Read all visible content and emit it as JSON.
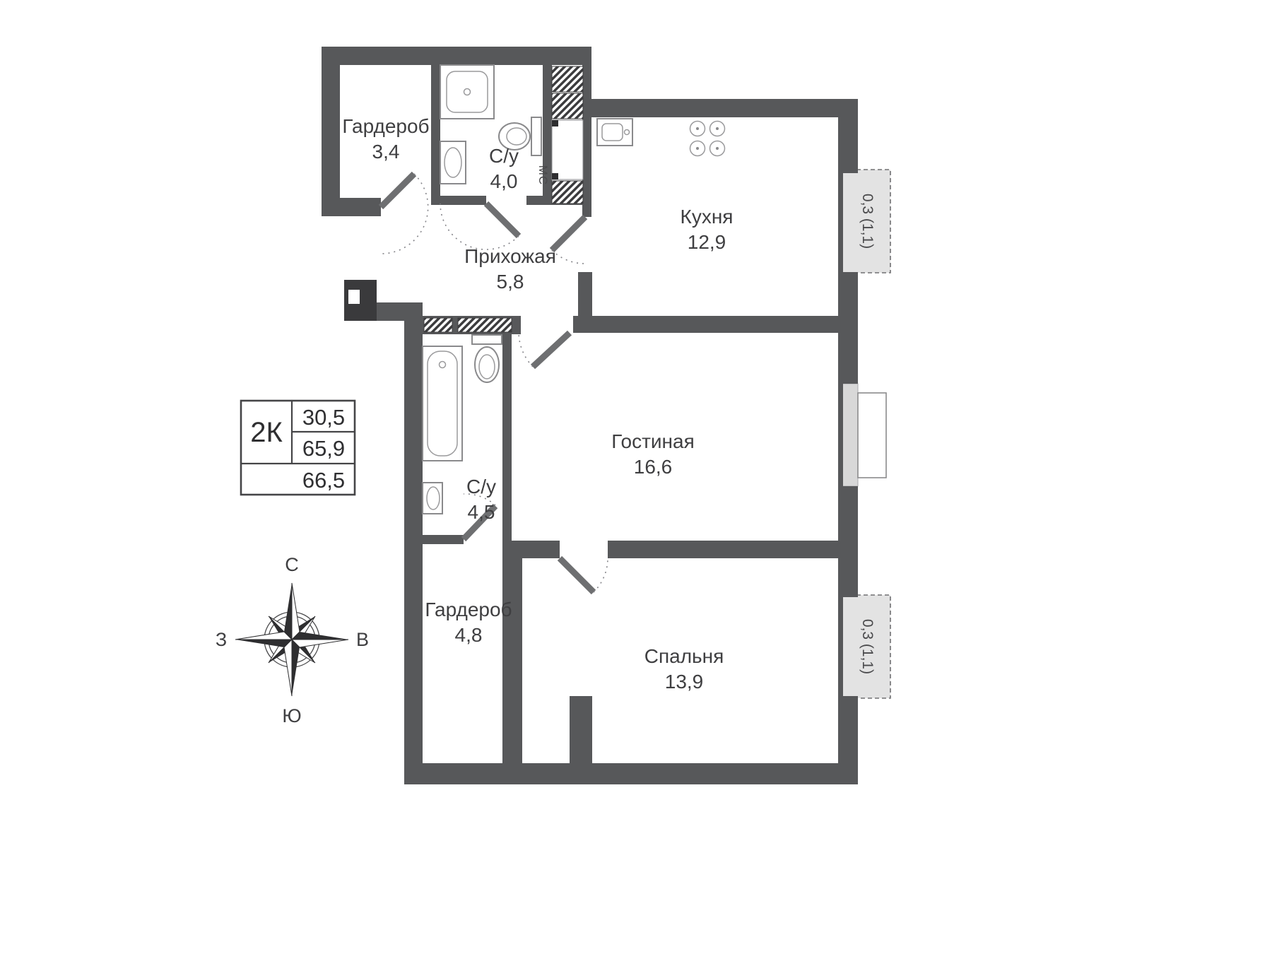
{
  "floor_plan": {
    "info_box": {
      "unit": "2К",
      "areas": [
        "30,5",
        "65,9",
        "66,5"
      ]
    },
    "rooms": [
      {
        "name": "Гардероб",
        "area": "3,4"
      },
      {
        "name": "С/у",
        "area": "4,0"
      },
      {
        "name": "Кухня",
        "area": "12,9"
      },
      {
        "name": "Прихожая",
        "area": "5,8"
      },
      {
        "name": "Гостиная",
        "area": "16,6"
      },
      {
        "name": "С/у",
        "area": "4,5"
      },
      {
        "name": "Гардероб",
        "area": "4,8"
      },
      {
        "name": "Спальня",
        "area": "13,9"
      }
    ],
    "balconies": [
      {
        "label": "0,3 (1,1)"
      },
      {
        "label": "0,3 (1,1)"
      }
    ],
    "labels": {
      "washing_machine": "МС"
    },
    "compass": {
      "north": "С",
      "east": "В",
      "south": "Ю",
      "west": "З"
    },
    "colors": {
      "wall": "#57585a",
      "fixture_stroke": "#8a8a8c",
      "balcony_fill": "#e3e3e3",
      "text": "#3f3f41"
    }
  }
}
